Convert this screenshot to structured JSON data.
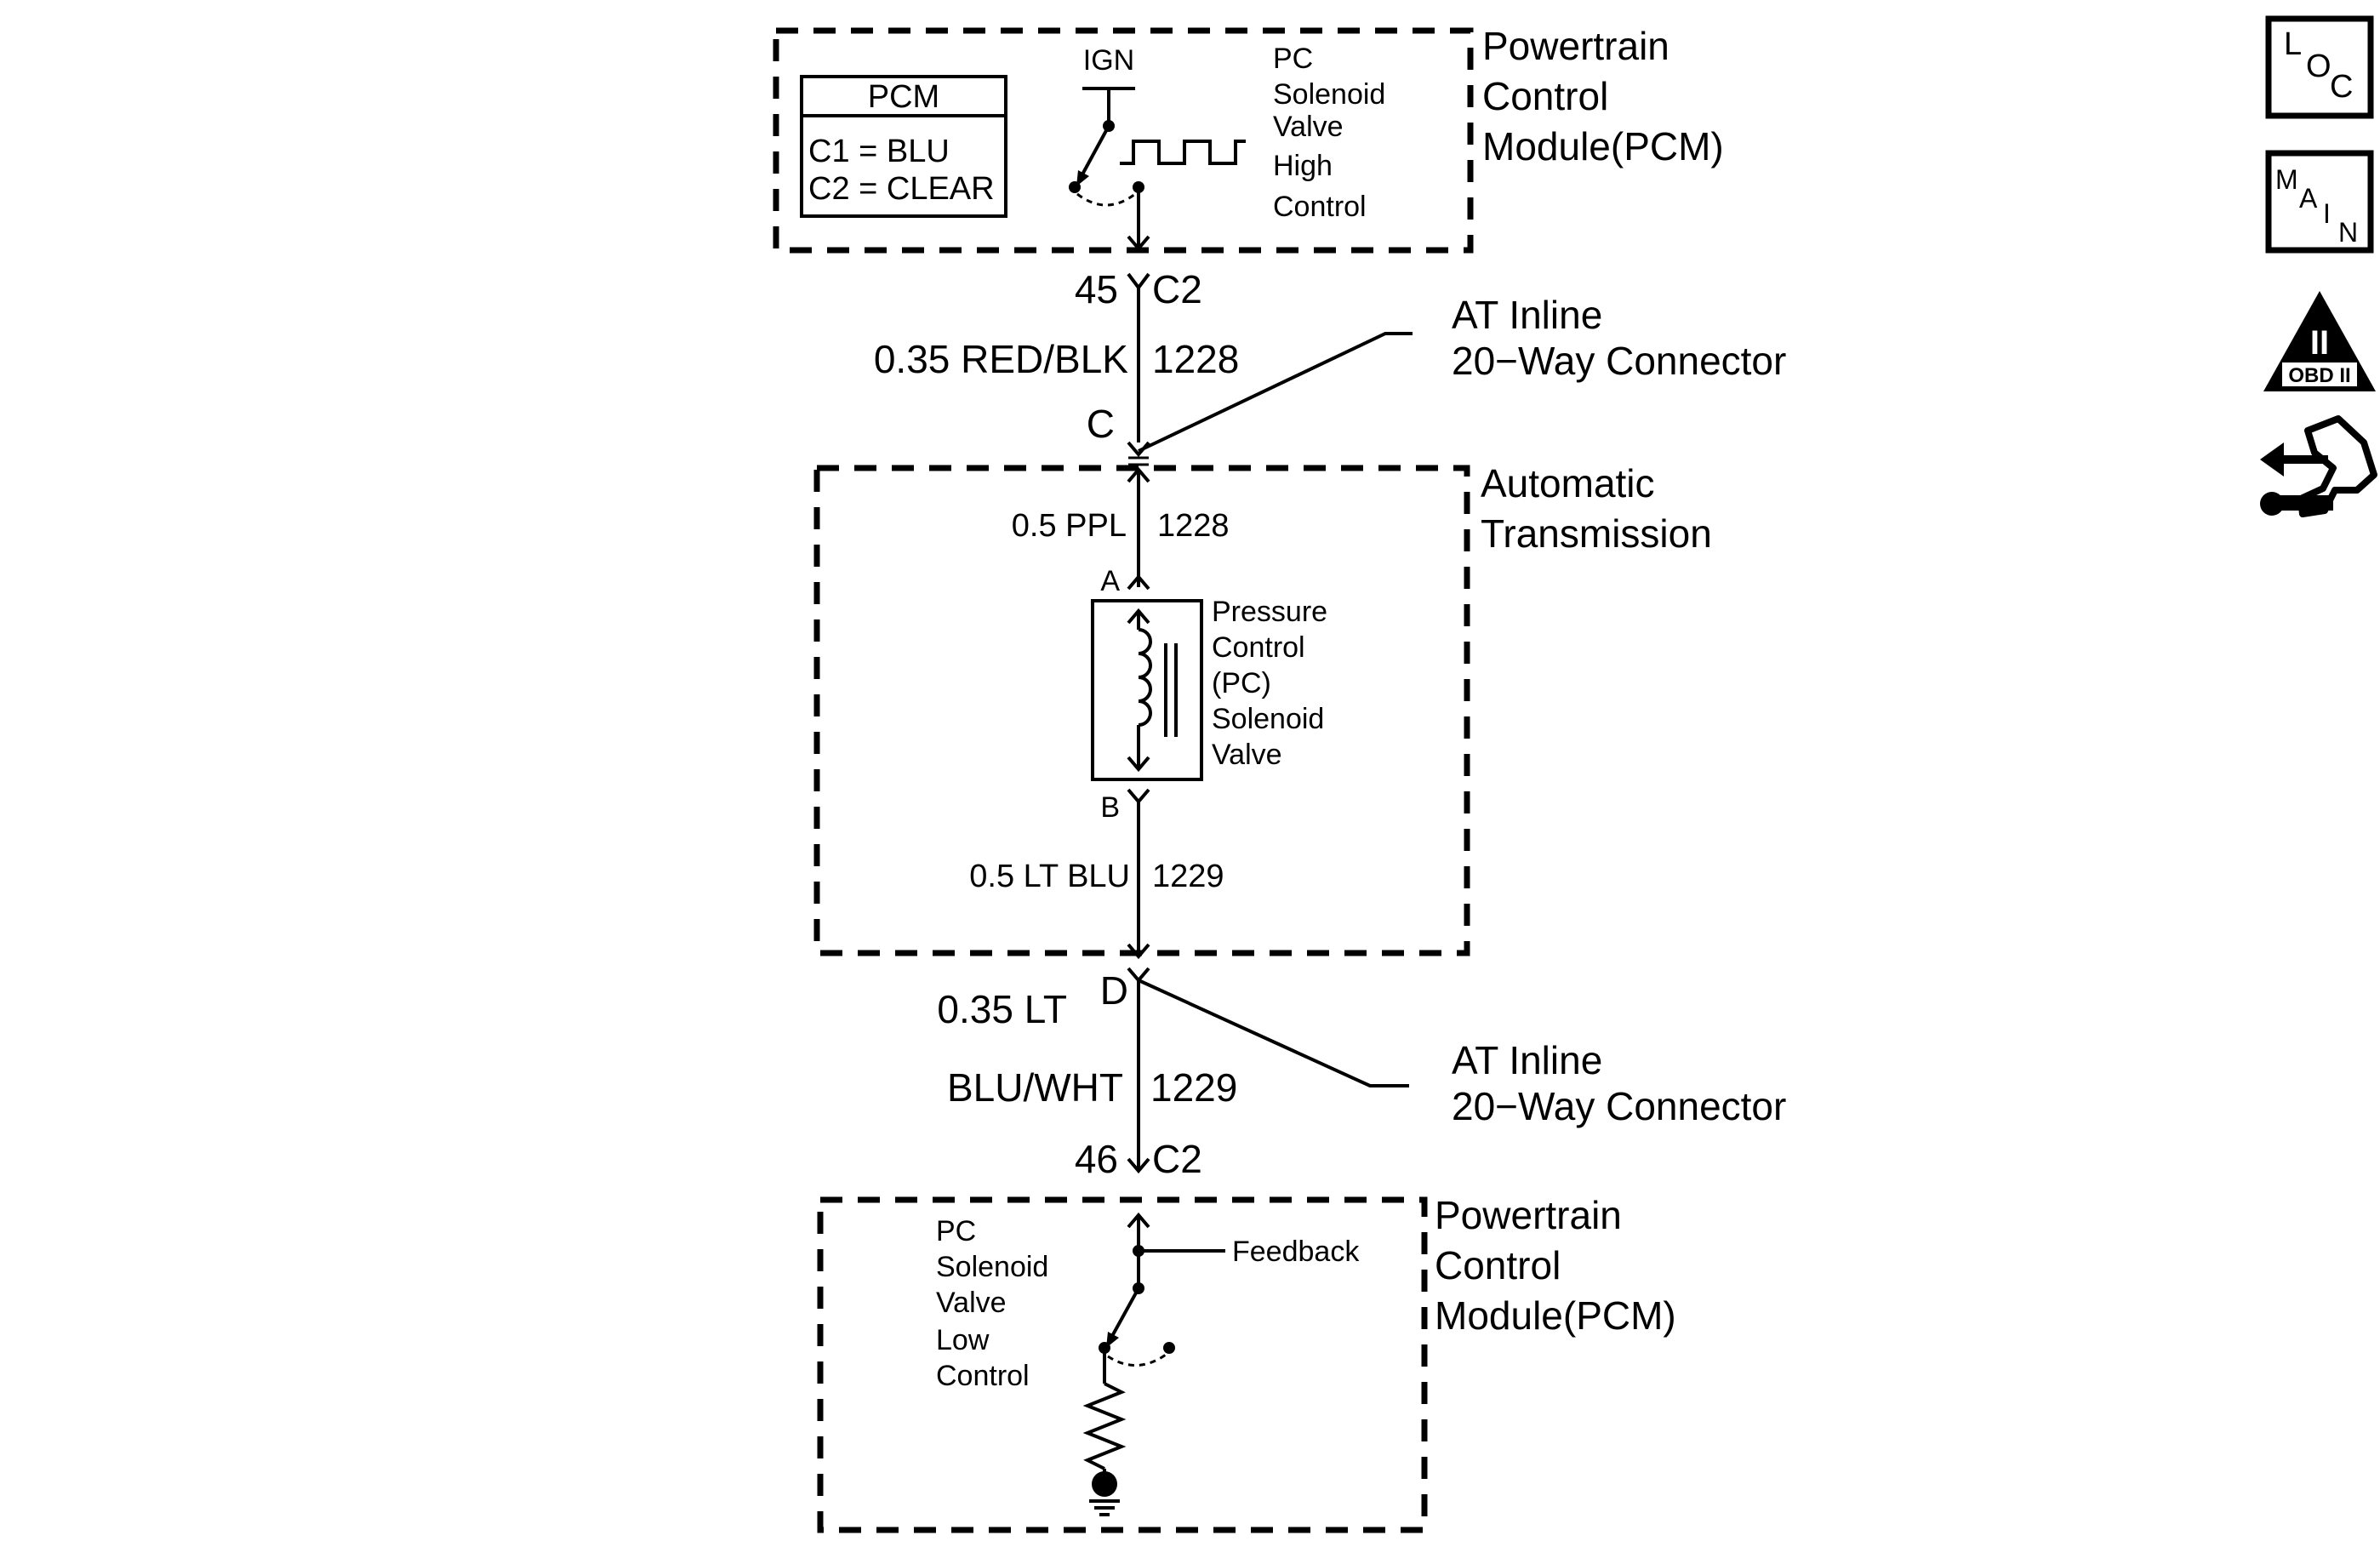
{
  "pcm_top": {
    "title_lines": [
      "Powertrain",
      "Control",
      "Module(PCM)"
    ],
    "legend": {
      "heading": "PCM",
      "lines": [
        "C1 = BLU",
        "C2 = CLEAR"
      ]
    },
    "ign_label": "IGN",
    "driver_lines": [
      "PC",
      "Solenoid",
      "Valve",
      "High",
      "Control"
    ]
  },
  "pin_top": {
    "pin": "45",
    "connector": "C2"
  },
  "wire_top": {
    "color": "0.35 RED/BLK",
    "circuit": "1228"
  },
  "inline_c": {
    "terminal": "C",
    "label_lines": [
      "AT Inline",
      "20−Way Connector"
    ]
  },
  "transmission": {
    "title_lines": [
      "Automatic",
      "Transmission"
    ],
    "wire_in": {
      "color": "0.5 PPL",
      "circuit": "1228"
    },
    "terminal_a": "A",
    "terminal_b": "B",
    "solenoid_lines": [
      "Pressure",
      "Control",
      "(PC)",
      "Solenoid",
      "Valve"
    ],
    "wire_out": {
      "color": "0.5 LT BLU",
      "circuit": "1229"
    }
  },
  "inline_d": {
    "terminal": "D",
    "label_lines": [
      "AT Inline",
      "20−Way Connector"
    ]
  },
  "wire_bottom": {
    "color_line1": "0.35 LT",
    "color_line2": "BLU/WHT",
    "circuit": "1229"
  },
  "pin_bottom": {
    "pin": "46",
    "connector": "C2"
  },
  "pcm_bottom": {
    "title_lines": [
      "Powertrain",
      "Control",
      "Module(PCM)"
    ],
    "driver_lines": [
      "PC",
      "Solenoid",
      "Valve",
      "Low",
      "Control"
    ],
    "feedback_label": "Feedback"
  },
  "nav": {
    "loc": [
      "L",
      "O",
      "C"
    ],
    "main": [
      "M",
      "A",
      "I",
      "N"
    ],
    "obd": {
      "numeral": "II",
      "caption": "OBD II"
    }
  }
}
